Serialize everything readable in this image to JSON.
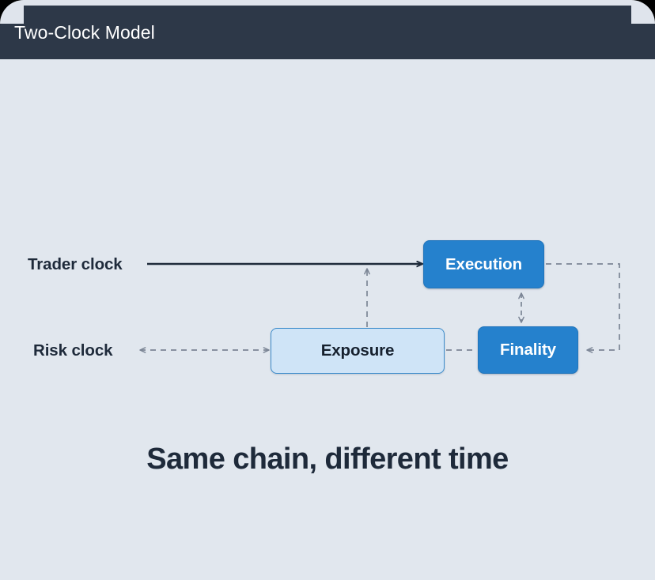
{
  "header": {
    "title": "Two-Clock Model",
    "background_color": "#2d3848",
    "text_color": "#ffffff"
  },
  "canvas": {
    "background_color": "#e1e7ee"
  },
  "diagram": {
    "labels": [
      {
        "id": "trader-clock",
        "text": "Trader clock"
      },
      {
        "id": "risk-clock",
        "text": "Risk clock"
      }
    ],
    "nodes": [
      {
        "id": "execution",
        "text": "Execution",
        "style": "solid",
        "fill": "#2581cd",
        "text_color": "#ffffff"
      },
      {
        "id": "exposure",
        "text": "Exposure",
        "style": "light",
        "fill": "#cfe4f7",
        "text_color": "#16202e",
        "border": "#3d8ccb"
      },
      {
        "id": "finality",
        "text": "Finality",
        "style": "solid",
        "fill": "#2581cd",
        "text_color": "#ffffff"
      }
    ],
    "connectors": [
      {
        "id": "trader-clock-to-execution",
        "style": "solid",
        "arrows": "end",
        "color": "#1e2a3a"
      },
      {
        "id": "risk-clock-to-exposure",
        "style": "dashed",
        "arrows": "both",
        "color": "#7b8595"
      },
      {
        "id": "exposure-to-trader-line",
        "style": "dashed",
        "arrows": "end",
        "color": "#7b8595"
      },
      {
        "id": "execution-to-finality",
        "style": "dashed",
        "arrows": "both",
        "color": "#7b8595"
      },
      {
        "id": "exposure-to-finality",
        "style": "dashed",
        "arrows": "none",
        "color": "#7b8595"
      },
      {
        "id": "execution-loop-to-finality",
        "style": "dashed",
        "arrows": "end",
        "color": "#7b8595"
      }
    ]
  },
  "caption": {
    "text": "Same chain, different time",
    "color": "#1e2a3a"
  }
}
